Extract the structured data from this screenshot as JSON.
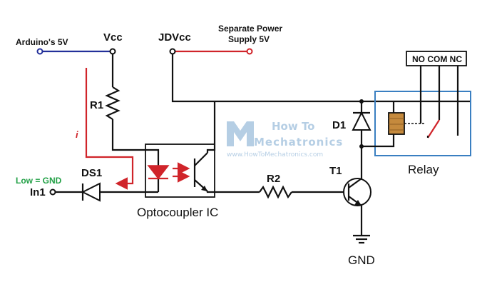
{
  "labels": {
    "arduino_5v": "Arduino's 5V",
    "vcc": "Vcc",
    "jdvcc": "JDVcc",
    "separate_power_line1": "Separate Power",
    "separate_power_line2": "Supply 5V",
    "r1": "R1",
    "current": "i",
    "ds1": "DS1",
    "low_gnd": "Low = GND",
    "in1": "In1",
    "optocoupler": "Optocoupler IC",
    "r2": "R2",
    "t1": "T1",
    "gnd": "GND",
    "d1": "D1",
    "relay": "Relay",
    "relay_terminals": "NO COM NC"
  },
  "watermark": {
    "line1": "How To",
    "line2": "Mechatronics",
    "url": "www.HowToMechatronics.com"
  },
  "colors": {
    "arduino_wire": "#23309a",
    "jdvcc_wire": "#d0242a",
    "current_path": "#d0242a",
    "low_gnd_text": "#22a046",
    "relay_box": "#3a7fc1",
    "relay_coil": "#c58a3d"
  }
}
